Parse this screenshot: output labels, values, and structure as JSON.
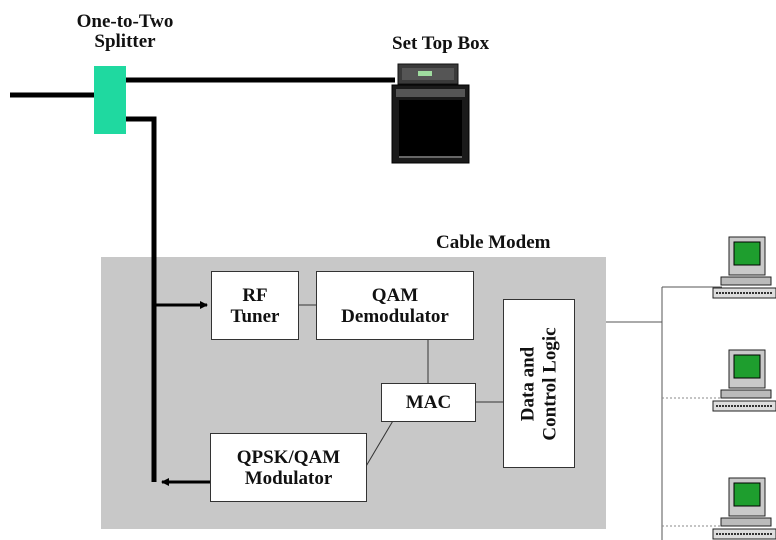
{
  "labels": {
    "splitter": "One-to-Two\nSplitter",
    "set_top_box": "Set Top Box",
    "cable_modem": "Cable Modem"
  },
  "blocks": {
    "rf_tuner": "RF\nTuner",
    "qam_demodulator": "QAM\nDemodulator",
    "mac": "MAC",
    "qpsk_qam_modulator": "QPSK/QAM\nModulator",
    "data_control_logic": "Data and\nControl Logic"
  },
  "colors": {
    "splitter": "#1fd9a0",
    "modem_panel": "#c8c8c8",
    "cable": "#000000",
    "pc_screen": "#1e9e2e"
  },
  "icons": [
    "set-top-box-icon",
    "computer-icon",
    "computer-icon",
    "computer-icon"
  ]
}
